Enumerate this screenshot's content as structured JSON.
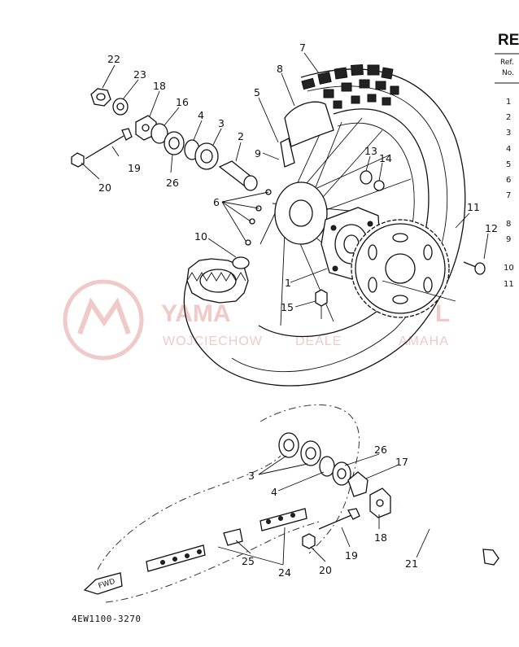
{
  "header": {
    "title": "RE"
  },
  "ref_column": {
    "header_line1": "Ref.",
    "header_line2": "No.",
    "numbers": [
      "1",
      "2",
      "3",
      "4",
      "5",
      "6",
      "7",
      "8",
      "9",
      "10",
      "11"
    ]
  },
  "watermark": {
    "brand": "YAMA",
    "brand_tail": "L",
    "dealer": "WOJCIECHOW",
    "dealer_mid": "DEALE",
    "dealer_tail": "AMAHA"
  },
  "callouts": {
    "c1": "1",
    "c2": "2",
    "c3": "3",
    "c4": "4",
    "c5": "5",
    "c6": "6",
    "c7": "7",
    "c8": "8",
    "c9": "9",
    "c10": "10",
    "c11": "11",
    "c12": "12",
    "c13": "13",
    "c14": "14",
    "c15": "15",
    "c16": "16",
    "c18": "18",
    "c19": "19",
    "c20": "20",
    "c22": "22",
    "c23": "23",
    "c26": "26",
    "d3": "3",
    "d4": "4",
    "d17": "17",
    "d18": "18",
    "d19": "19",
    "d20": "20",
    "d21": "21",
    "d24": "24",
    "d25": "25",
    "d26": "26"
  },
  "fwd_label": "FWD",
  "diagram_code": "4EW1100-3270",
  "colors": {
    "ink": "#111111",
    "watermark": "#f0c9c9",
    "background": "#ffffff"
  }
}
